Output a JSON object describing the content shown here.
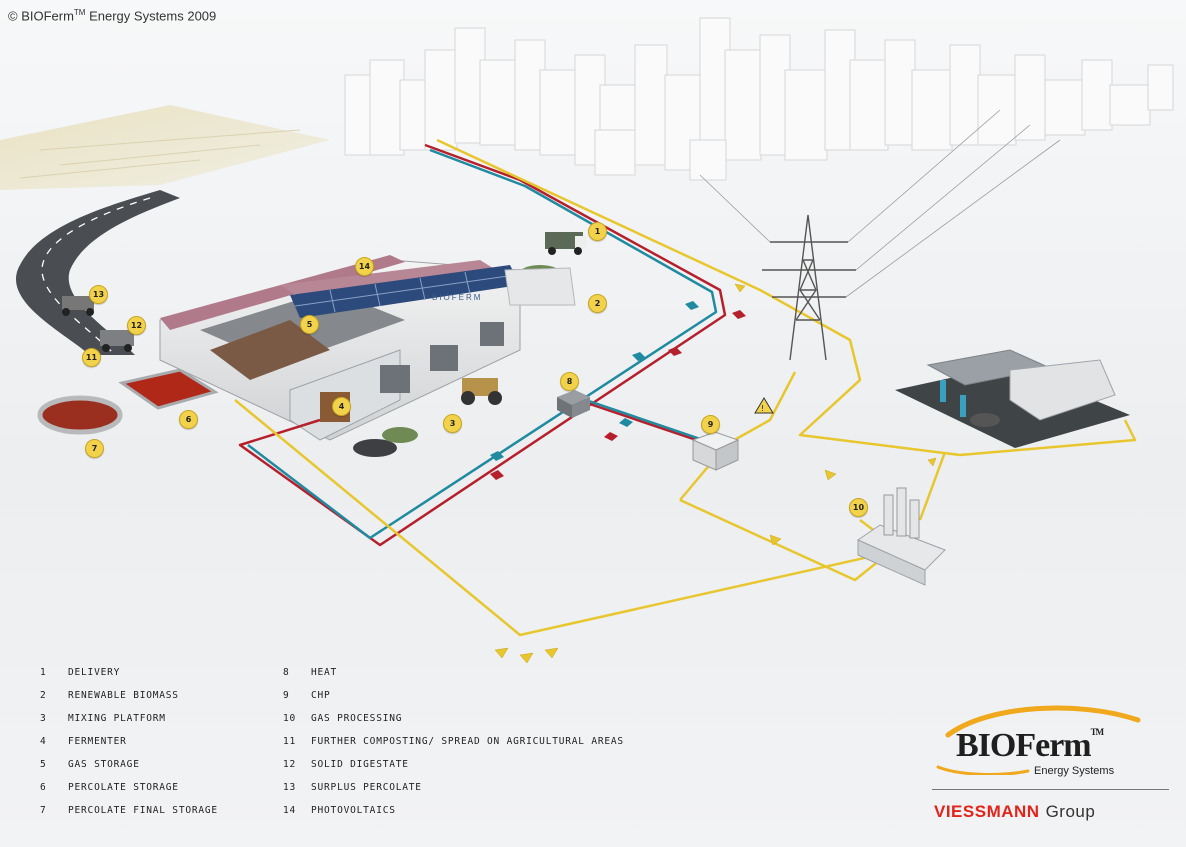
{
  "copyright": {
    "prefix": "© BIOFerm",
    "tm": "TM",
    "suffix": " Energy Systems 2009"
  },
  "legend": {
    "left": [
      {
        "num": "1",
        "label": "DELIVERY"
      },
      {
        "num": "2",
        "label": "RENEWABLE BIOMASS"
      },
      {
        "num": "3",
        "label": "MIXING PLATFORM"
      },
      {
        "num": "4",
        "label": "FERMENTER"
      },
      {
        "num": "5",
        "label": "GAS STORAGE"
      },
      {
        "num": "6",
        "label": "PERCOLATE STORAGE"
      },
      {
        "num": "7",
        "label": "PERCOLATE FINAL STORAGE"
      }
    ],
    "right": [
      {
        "num": "8",
        "label": "HEAT"
      },
      {
        "num": "9",
        "label": "CHP"
      },
      {
        "num": "10",
        "label": "GAS PROCESSING"
      },
      {
        "num": "11",
        "label": "FURTHER COMPOSTING/ SPREAD ON AGRICULTURAL AREAS"
      },
      {
        "num": "12",
        "label": "SOLID DIGESTATE"
      },
      {
        "num": "13",
        "label": "SURPLUS PERCOLATE"
      },
      {
        "num": "14",
        "label": "PHOTOVOLTAICS"
      }
    ]
  },
  "badges": [
    "1",
    "2",
    "3",
    "4",
    "5",
    "6",
    "7",
    "8",
    "9",
    "10",
    "11",
    "12",
    "13",
    "14"
  ],
  "brand": {
    "wordmark": "BIOFerm",
    "tm": "TM",
    "subtitle": "Energy Systems",
    "group_name": "VIESSMANN",
    "group_suffix": "Group",
    "building_sign": "BIOFERM"
  },
  "colors": {
    "heat_pipe": "#b5202c",
    "return_pipe": "#1f8aa0",
    "power_line": "#e8c62e",
    "badge_fill": "#f1d24a",
    "brand_red": "#e2231a"
  },
  "icons": [
    "high-voltage-warning-icon",
    "flow-arrow-icon"
  ]
}
